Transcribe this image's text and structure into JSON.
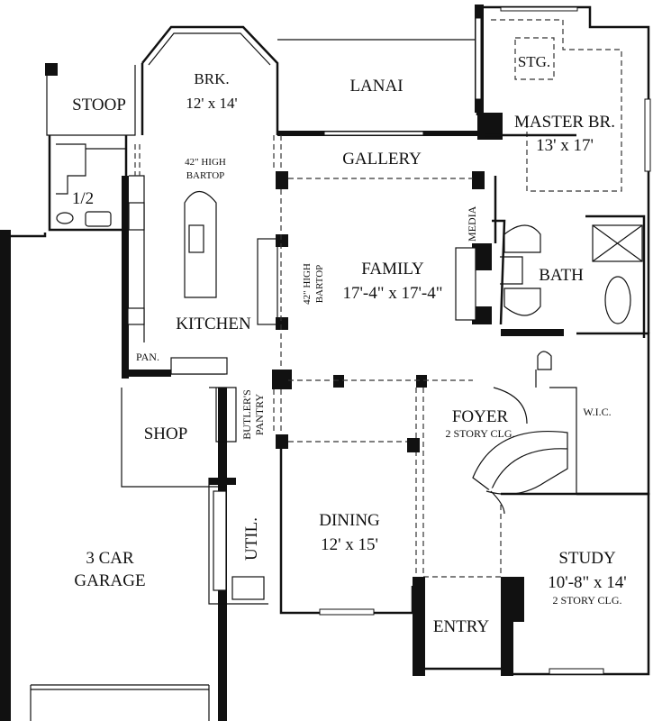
{
  "rooms": {
    "stoop": "STOOP",
    "brk_name": "BRK.",
    "brk_size": "12' x 14'",
    "lanai": "LANAI",
    "stg": "STG.",
    "master_name": "MASTER BR.",
    "master_size": "13' x 17'",
    "gallery": "GALLERY",
    "bartop1_line1": "42\" HIGH",
    "bartop1_line2": "BARTOP",
    "half_bath": "1/2",
    "media": "MEDIA",
    "family_name": "FAMILY",
    "family_size": "17'-4\" x 17'-4\"",
    "bartop2_line1": "42\" HIGH",
    "bartop2_line2": "BARTOP",
    "bath": "BATH",
    "kitchen": "KITCHEN",
    "pan": "PAN.",
    "butlers_line1": "BUTLER'S",
    "butlers_line2": "PANTRY",
    "foyer_name": "FOYER",
    "foyer_note": "2 STORY CLG.",
    "wic": "W.I.C.",
    "shop": "SHOP",
    "util": "UTIL.",
    "dining_name": "DINING",
    "dining_size": "12' x 15'",
    "garage_line1": "3 CAR",
    "garage_line2": "GARAGE",
    "study_name": "STUDY",
    "study_size": "10'-8\" x 14'",
    "study_note": "2 STORY CLG.",
    "entry": "ENTRY"
  }
}
